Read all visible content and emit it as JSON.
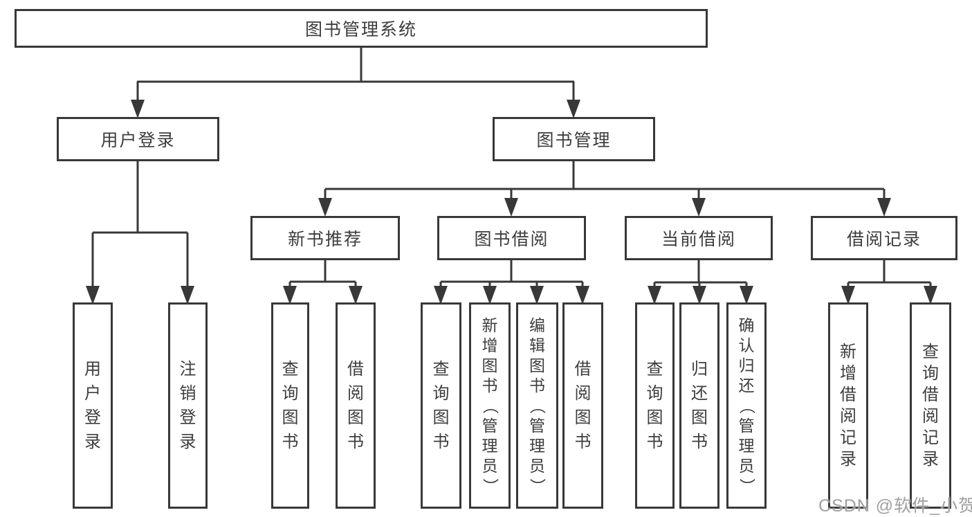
{
  "diagram": {
    "title": "图书管理系统",
    "type": "hierarchy",
    "colors": {
      "line": "#383838",
      "box_border": "#383838",
      "text": "#3d3d3d",
      "background": "#ffffff",
      "watermark": "#969696"
    },
    "branches": [
      {
        "label": "用户登录",
        "children": [
          {
            "label": "用户登录"
          },
          {
            "label": "注销登录"
          }
        ]
      },
      {
        "label": "图书管理",
        "children": [
          {
            "label": "新书推荐",
            "children": [
              {
                "label": "查询图书"
              },
              {
                "label": "借阅图书"
              }
            ]
          },
          {
            "label": "图书借阅",
            "children": [
              {
                "label": "查询图书"
              },
              {
                "label": "新增图书（管理员）"
              },
              {
                "label": "编辑图书（管理员）"
              },
              {
                "label": "借阅图书"
              }
            ]
          },
          {
            "label": "当前借阅",
            "children": [
              {
                "label": "查询图书"
              },
              {
                "label": "归还图书"
              },
              {
                "label": "确认归还（管理员）"
              }
            ]
          },
          {
            "label": "借阅记录",
            "children": [
              {
                "label": "新增借阅记录"
              },
              {
                "label": "查询借阅记录"
              }
            ]
          }
        ]
      }
    ]
  },
  "watermark": {
    "text": "CSDN @软件_小贺同学"
  }
}
